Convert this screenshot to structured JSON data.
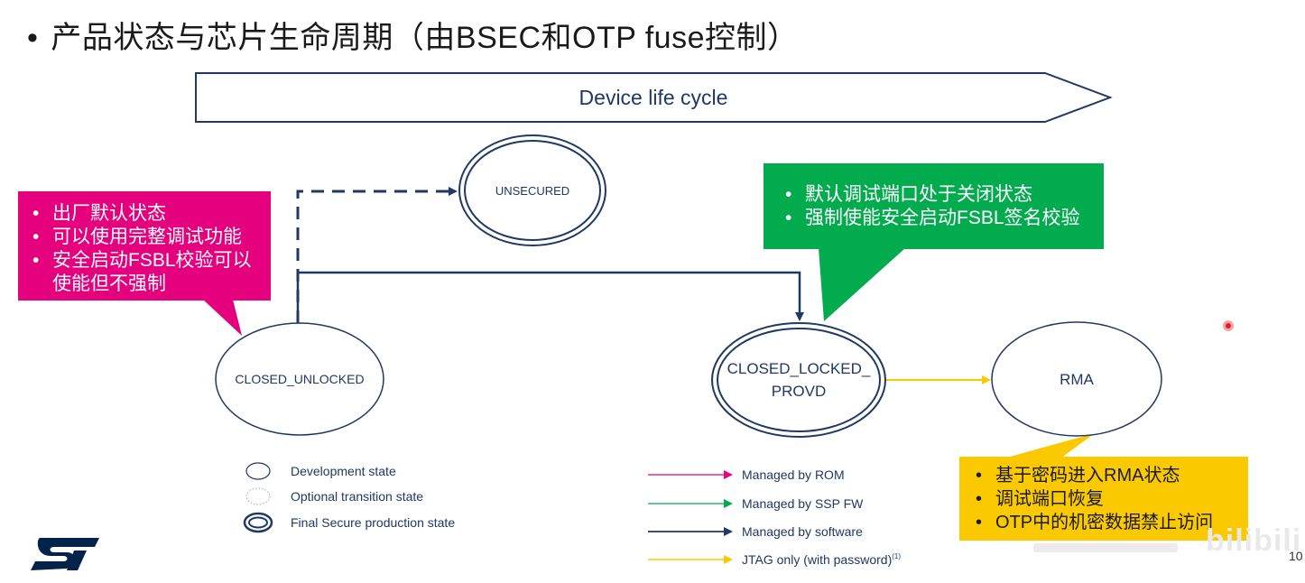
{
  "title": {
    "bullet": "•",
    "text": "产品状态与芯片生命周期（由BSEC和OTP fuse控制）"
  },
  "banner": {
    "label": "Device life cycle"
  },
  "states": {
    "unsecured": "UNSECURED",
    "closed_unlocked": "CLOSED_UNLOCKED",
    "closed_locked_line1": "CLOSED_LOCKED_",
    "closed_locked_line2": "PROVD",
    "rma": "RMA"
  },
  "callouts": {
    "pink": [
      "出厂默认状态",
      "可以使用完整调试功能",
      "安全启动FSBL校验可以使能但不强制"
    ],
    "green": [
      "默认调试端口处于关闭状态",
      "强制使能安全启动FSBL签名校验"
    ],
    "yellow": [
      "基于密码进入RMA状态",
      "调试端口恢复",
      "OTP中的机密数据禁止访问"
    ]
  },
  "legend_states": [
    {
      "label": "Development state",
      "style": "single"
    },
    {
      "label": "Optional transition state",
      "style": "dotted"
    },
    {
      "label": "Final Secure production state",
      "style": "double"
    }
  ],
  "legend_arrows": [
    {
      "label": "Managed by ROM",
      "color": "#e5007e"
    },
    {
      "label": "Managed by SSP FW",
      "color": "#03ab4f"
    },
    {
      "label": "Managed by software",
      "color": "#1f3864"
    },
    {
      "label": "JTAG only (with password)",
      "sup": "(1)",
      "color": "#fbc900"
    }
  ],
  "colors": {
    "navy": "#1f3864",
    "pink": "#e5007e",
    "green": "#03ab4f",
    "yellow": "#fbc900",
    "recording_dot": "#e0202a"
  },
  "page_number": "10",
  "watermark": "bilibili",
  "logo": {
    "icon": "st-logo-icon",
    "text": "ST"
  }
}
